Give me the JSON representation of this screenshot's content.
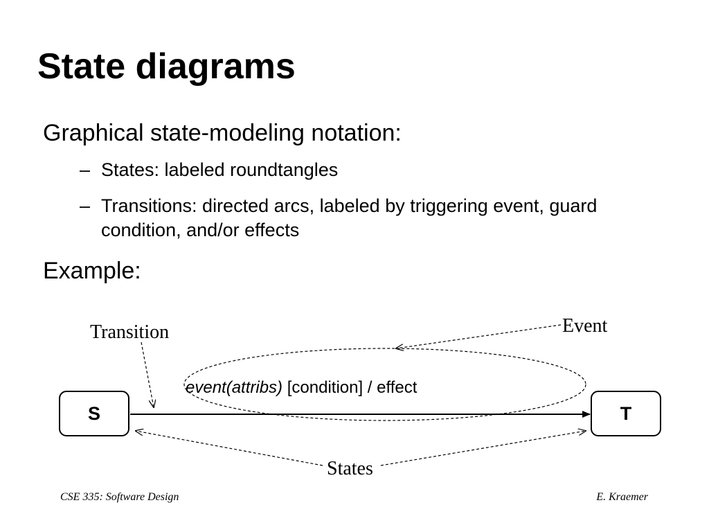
{
  "title": "State diagrams",
  "bullets": {
    "notation": "Graphical state-modeling notation:",
    "dash": "–",
    "states_item": "States: labeled roundtangles",
    "transitions_item": "Transitions: directed arcs, labeled by triggering event, guard condition, and/or effects",
    "example": "Example:"
  },
  "diagram": {
    "state_s": "S",
    "state_t": "T",
    "transition_event": "event(attribs)",
    "transition_rest": " [condition] / effect",
    "callout_transition": "Transition",
    "callout_event": "Event",
    "callout_states": "States"
  },
  "footer": {
    "left": "CSE 335: Software Design",
    "right": "E. Kraemer"
  }
}
